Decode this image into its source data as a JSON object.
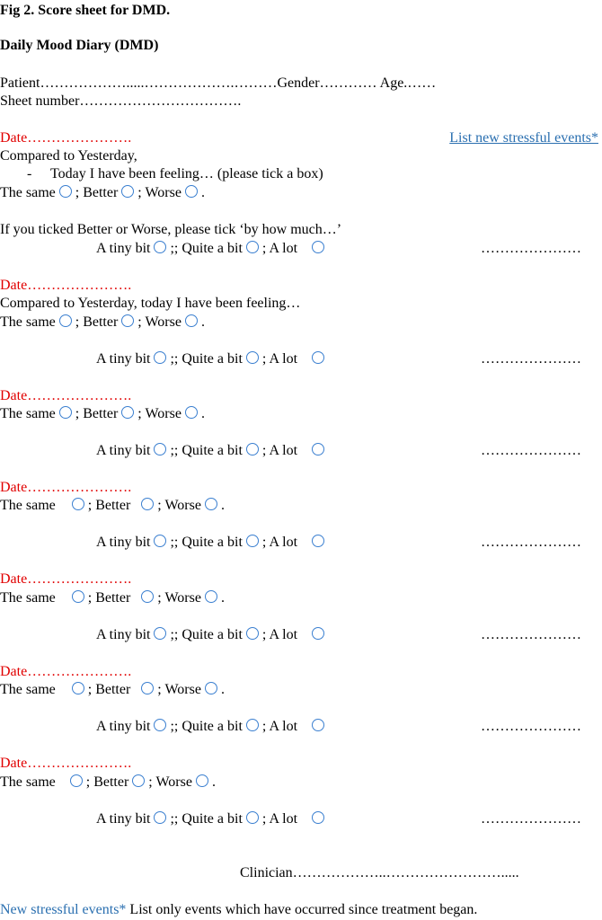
{
  "fig_title": "Fig 2. Score sheet for DMD.",
  "form_title": "Daily Mood Diary (DMD)",
  "patient_line": "Patient……………….....……………….………Gender………… Age.……",
  "sheet_number_line": "Sheet number…………………………….",
  "stressful_link": "List new stressful events*",
  "instructions": {
    "compared": "Compared to Yesterday,",
    "dash": "-",
    "feeling": "Today I have been feeling…  (please tick a box)",
    "if_ticked": "If you ticked Better or Worse, please tick ‘by how much…’",
    "compared_full": "Compared to Yesterday, today I have been feeling…"
  },
  "date_label": "Date………………….",
  "options": {
    "same": "The same",
    "better": "; Better",
    "worse": "; Worse",
    "end": "."
  },
  "degree": {
    "tiny": "A tiny bit",
    "quite": "; Quite a bit",
    "alot": "; A lot",
    "sep": ";"
  },
  "event_dots": "…………………",
  "clinician_line": "Clinician………………..…………………….....",
  "footer": {
    "label": "New stressful events*",
    "text": " List only events which have occurred since treatment began."
  }
}
